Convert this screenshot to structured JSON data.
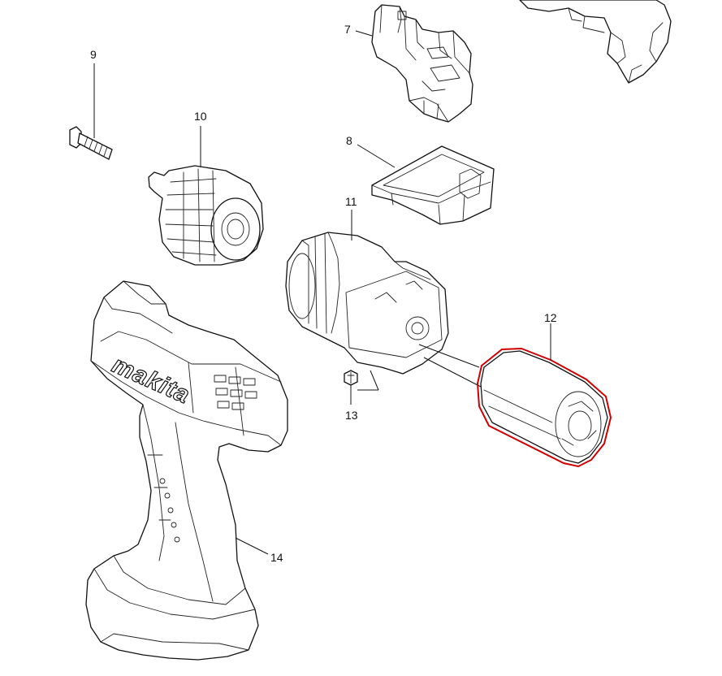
{
  "diagram": {
    "callouts": {
      "p7": "7",
      "p8": "8",
      "p9": "9",
      "p10": "10",
      "p11": "11",
      "p12": "12",
      "p13": "13",
      "p14": "14"
    },
    "brand_logo": "makita",
    "highlight_color": "#d10000",
    "highlighted_part": "12"
  }
}
